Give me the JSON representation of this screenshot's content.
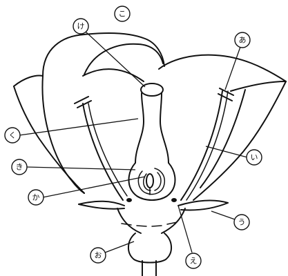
{
  "labels": {
    "a": "あ",
    "i": "い",
    "u": "う",
    "e": "え",
    "o": "お",
    "ka": "か",
    "ki": "き",
    "ku": "く",
    "ke": "け",
    "ko": "こ"
  }
}
